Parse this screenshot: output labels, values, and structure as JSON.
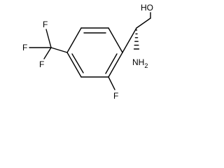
{
  "molecule": {
    "atoms": {
      "hydroxyl": "HO",
      "amine": "NH",
      "amine_subscript": "2",
      "fluoro": "F",
      "cf3_f_left": "F",
      "cf3_f_top": "F",
      "cf3_f_bottom": "F"
    },
    "stereo_bond": "hashed wedge"
  }
}
